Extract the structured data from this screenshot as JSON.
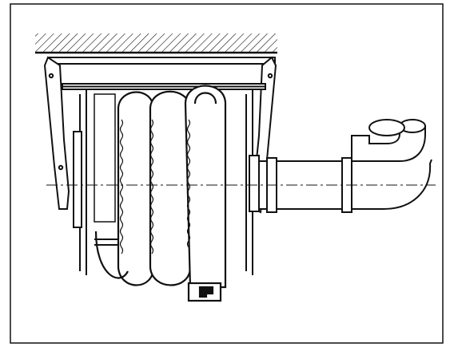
{
  "figure": {
    "kind": "technical line drawing",
    "colors": {
      "line": "#111111",
      "background": "#ffffff"
    },
    "parts": [
      "ceiling-hatch",
      "mounting-bracket",
      "hose-reel-drum",
      "coiled-exhaust-hose",
      "outlet-pipe",
      "elbow-pipe",
      "centerline"
    ]
  }
}
